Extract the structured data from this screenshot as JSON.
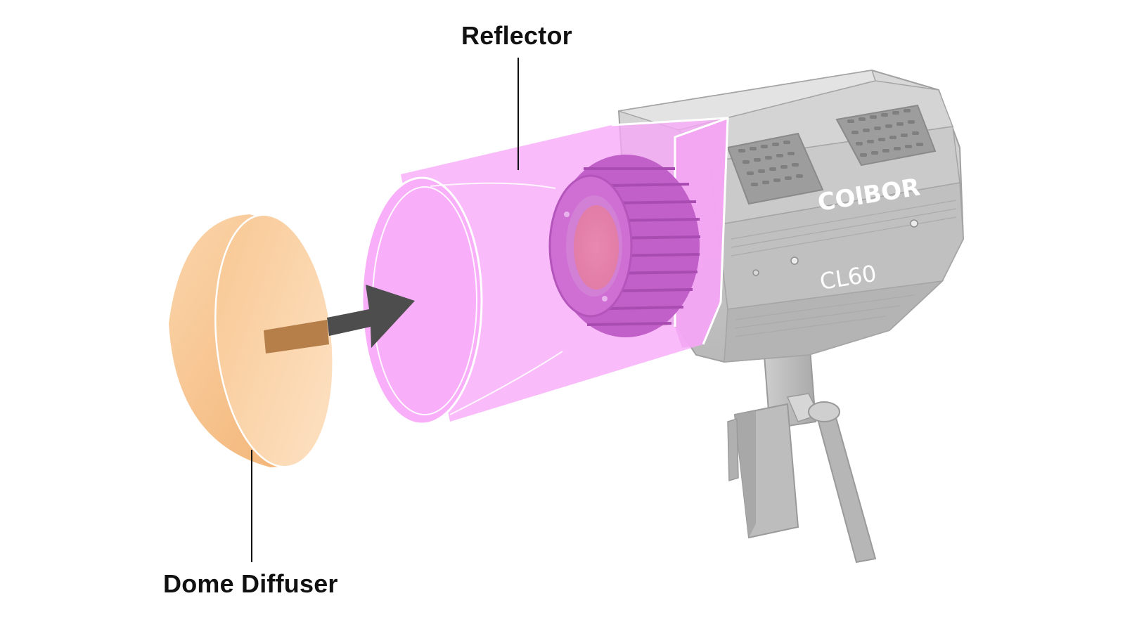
{
  "labels": {
    "reflector": "Reflector",
    "dome_diffuser": "Dome Diffuser"
  },
  "product": {
    "brand": "COlBOR",
    "model": "CL60"
  },
  "colors": {
    "reflector": "#f7a8f7",
    "reflector_edge": "#ffffff",
    "diffuser": "#f6c48f",
    "light_body": "#c8c8c8",
    "arrow": "#4d4d4d",
    "leader_line": "#111111"
  },
  "icons": {
    "arrow": "arrow-right-icon"
  }
}
